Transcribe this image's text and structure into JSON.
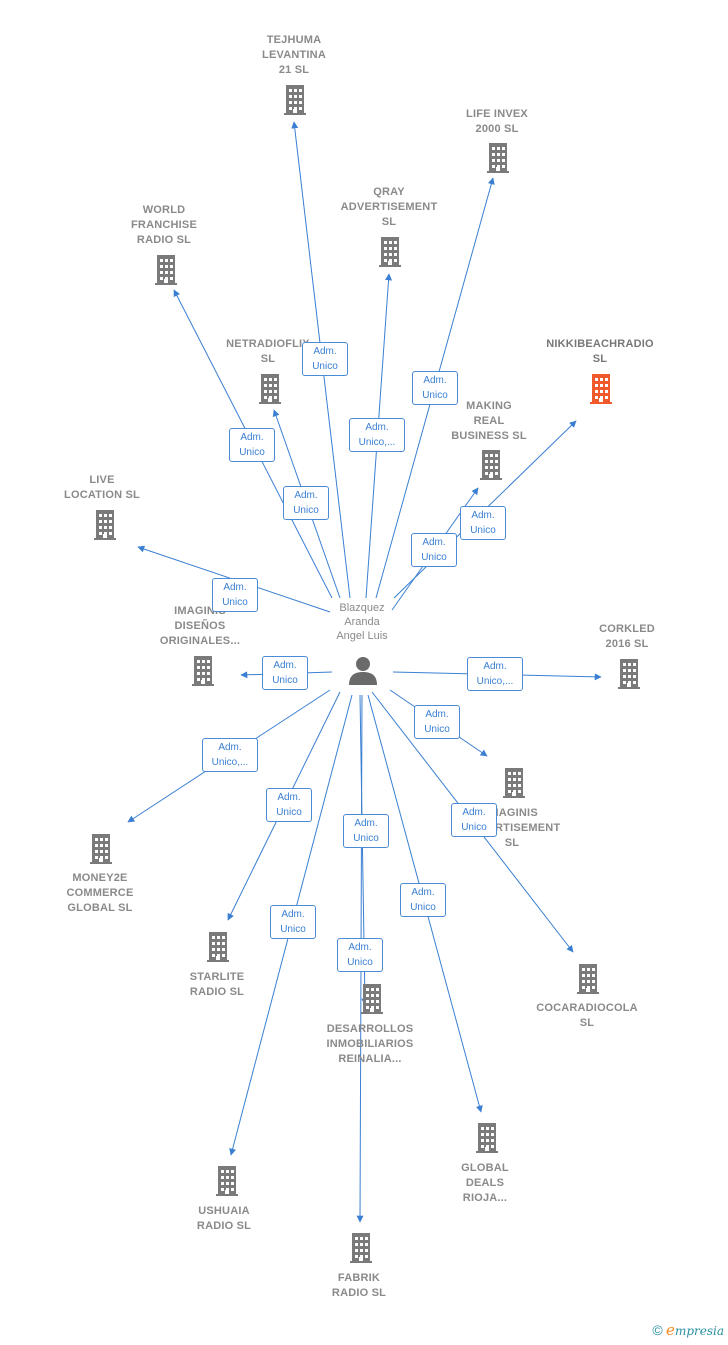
{
  "center": {
    "name": "Blazquez\nAranda\nAngel Luis"
  },
  "companies": [
    {
      "id": "tejhuma",
      "label": "TEJHUMA\nLEVANTINA\n21  SL"
    },
    {
      "id": "lifeinvex",
      "label": "LIFE INVEX\n2000  SL"
    },
    {
      "id": "qray",
      "label": "QRAY\nADVERTISEMENT\nSL"
    },
    {
      "id": "world",
      "label": "WORLD\nFRANCHISE\nRADIO  SL"
    },
    {
      "id": "netradioflix",
      "label": "NETRADIOFLIX\nSL"
    },
    {
      "id": "nikki",
      "label": "NIKKIBEACHRADIO\nSL",
      "highlight": true
    },
    {
      "id": "making",
      "label": "MAKING\nREAL\nBUSINESS  SL"
    },
    {
      "id": "live",
      "label": "LIVE\nLOCATION  SL"
    },
    {
      "id": "imaginis1",
      "label": "IMAGINIS\nDISEÑOS\nORIGINALES..."
    },
    {
      "id": "corkled",
      "label": "CORKLED\n2016  SL"
    },
    {
      "id": "imaginis2",
      "label": "IMAGINIS\nADVERTISEMENT\nSL"
    },
    {
      "id": "money2e",
      "label": "MONEY2E\nCOMMERCE\nGLOBAL  SL"
    },
    {
      "id": "starlite",
      "label": "STARLITE\nRADIO  SL"
    },
    {
      "id": "cocaradio",
      "label": "COCARADIOCOLA\nSL"
    },
    {
      "id": "desarrollos",
      "label": "DESARROLLOS\nINMOBILIARIOS\nREINALIA..."
    },
    {
      "id": "global",
      "label": "GLOBAL\nDEALS\nRIOJA..."
    },
    {
      "id": "ushuaia",
      "label": "USHUAIA\nRADIO  SL"
    },
    {
      "id": "fabrik",
      "label": "FABRIK\nRADIO  SL"
    }
  ],
  "edges": [
    {
      "to": "tejhuma",
      "label": "Adm.\nUnico"
    },
    {
      "to": "lifeinvex",
      "label": "Adm.\nUnico"
    },
    {
      "to": "qray",
      "label": "Adm.\nUnico,..."
    },
    {
      "to": "world",
      "label": "Adm.\nUnico"
    },
    {
      "to": "netradioflix",
      "label": "Adm.\nUnico"
    },
    {
      "to": "nikki",
      "label": "Adm.\nUnico"
    },
    {
      "to": "making",
      "label": "Adm.\nUnico"
    },
    {
      "to": "live",
      "label": "Adm.\nUnico"
    },
    {
      "to": "imaginis1",
      "label": "Adm.\nUnico"
    },
    {
      "to": "corkled",
      "label": "Adm.\nUnico,..."
    },
    {
      "to": "imaginis2",
      "label": "Adm.\nUnico"
    },
    {
      "to": "money2e",
      "label": "Adm.\nUnico,..."
    },
    {
      "to": "starlite",
      "label": "Adm.\nUnico"
    },
    {
      "to": "cocaradio",
      "label": "Adm.\nUnico"
    },
    {
      "to": "desarrollos",
      "label": "Adm.\nUnico"
    },
    {
      "to": "global",
      "label": "Adm.\nUnico"
    },
    {
      "to": "ushuaia",
      "label": "Adm.\nUnico"
    },
    {
      "to": "fabrik",
      "label": "Adm.\nUnico"
    }
  ],
  "colors": {
    "edge": "#3a7fd2",
    "building": "#7a7a7a",
    "highlight": "#f0592b"
  },
  "footer": {
    "copyright": "©",
    "brand_e": "e",
    "brand_rest": "mpresia"
  }
}
